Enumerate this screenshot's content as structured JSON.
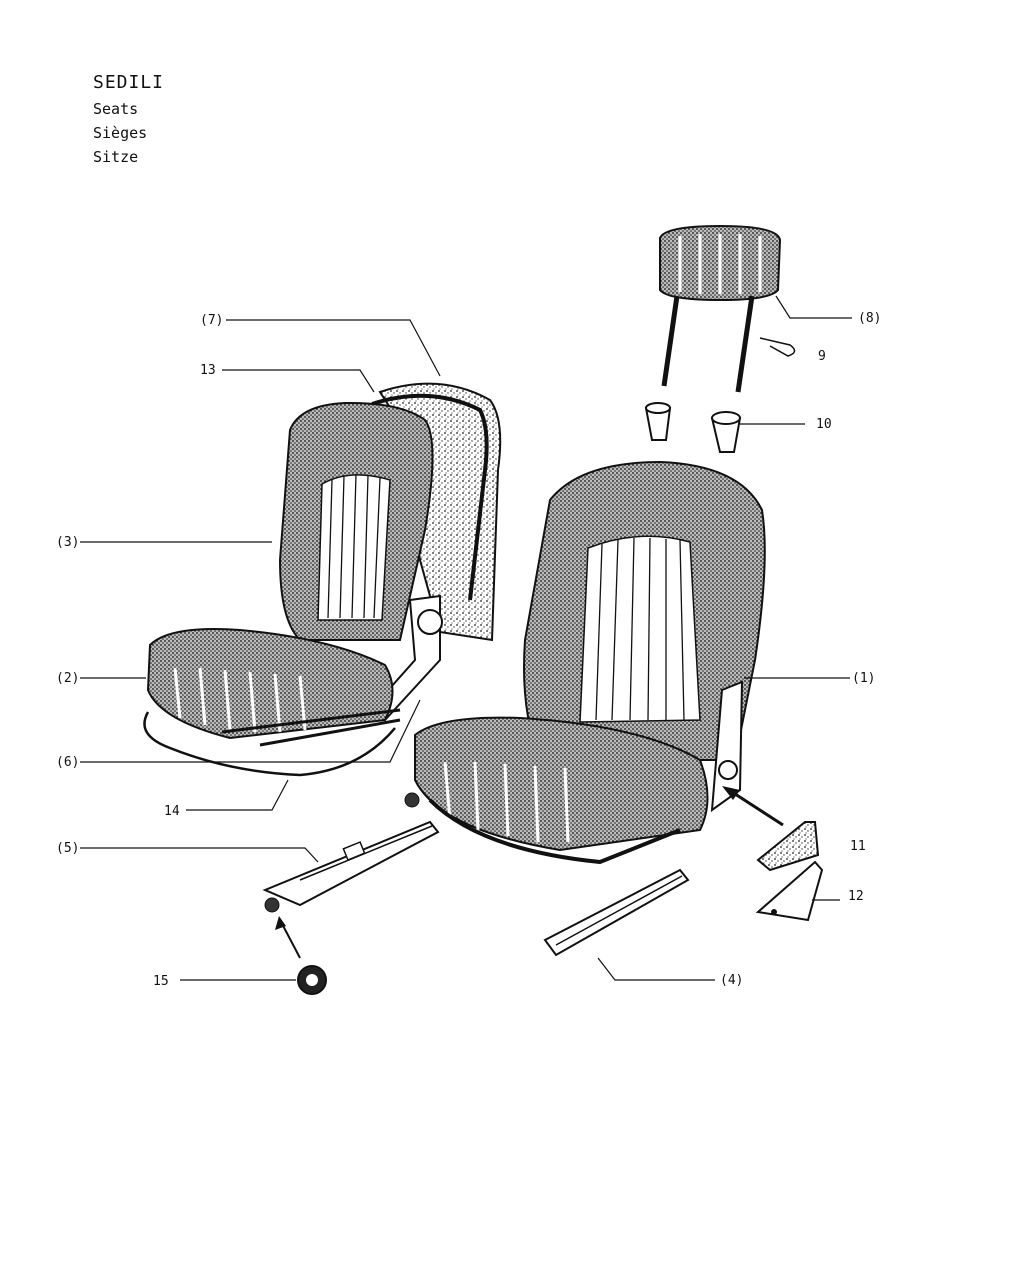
{
  "titles": {
    "it": "SEDILI",
    "en": "Seats",
    "fr": "Sièges",
    "de": "Sitze"
  },
  "callouts": [
    {
      "id": "c7",
      "label": "(7)"
    },
    {
      "id": "c13",
      "label": "13"
    },
    {
      "id": "c3",
      "label": "(3)"
    },
    {
      "id": "c2",
      "label": "(2)"
    },
    {
      "id": "c6",
      "label": "(6)"
    },
    {
      "id": "c14",
      "label": "14"
    },
    {
      "id": "c5",
      "label": "(5)"
    },
    {
      "id": "c15",
      "label": "15"
    },
    {
      "id": "c8",
      "label": "(8)"
    },
    {
      "id": "c9",
      "label": "9"
    },
    {
      "id": "c10",
      "label": "10"
    },
    {
      "id": "c1",
      "label": "(1)"
    },
    {
      "id": "c11",
      "label": "11"
    },
    {
      "id": "c12",
      "label": "12"
    },
    {
      "id": "c4",
      "label": "(4)"
    }
  ]
}
